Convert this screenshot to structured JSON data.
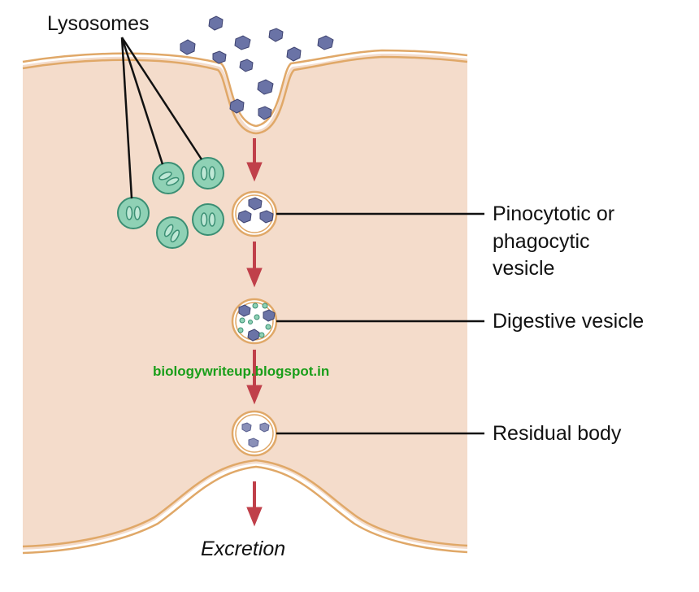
{
  "labels": {
    "lysosomes": "Lysosomes",
    "vesicle_line1": "Pinocytotic or",
    "vesicle_line2": "phagocytic",
    "vesicle_line3": "vesicle",
    "digestive": "Digestive vesicle",
    "residual": "Residual body",
    "excretion": "Excretion"
  },
  "watermark": "biologywriteup.blogspot.in",
  "colors": {
    "cytoplasm": "#f4dccb",
    "membrane": "#e0a868",
    "arrow": "#c0404a",
    "particle": "#6a73a6",
    "lysosome": "#8fd1b5",
    "lysosome_outline": "#3b8f74",
    "watermark": "#1a9e1a"
  }
}
